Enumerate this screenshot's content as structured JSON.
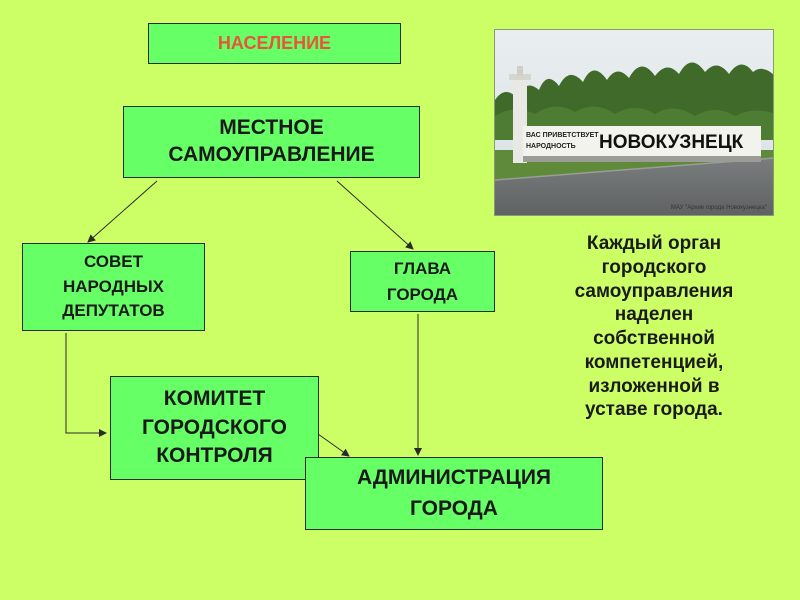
{
  "diagram": {
    "population": "НАСЕЛЕНИЕ",
    "local_government": [
      "МЕСТНОЕ",
      "САМОУПРАВЛЕНИЕ"
    ],
    "council": [
      "СОВЕТ",
      "НАРОДНЫХ",
      "ДЕПУТАТОВ"
    ],
    "head": [
      "ГЛАВА",
      "ГОРОДА"
    ],
    "control_committee": [
      "КОМИТЕТ",
      "ГОРОДСКОГО",
      "КОНТРОЛЯ"
    ],
    "administration": [
      "АДМИНИСТРАЦИЯ",
      "ГОРОДА"
    ]
  },
  "photo": {
    "sign_greeting": [
      "ВАС ПРИВЕТСТВУЕТ",
      "НАРОДНОСТЬ"
    ],
    "sign_city": "НОВОКУЗНЕЦК",
    "caption": "МАУ \"Архив города Новокузнецка\""
  },
  "description": [
    "Каждый орган",
    "городского",
    "самоуправления",
    "наделен",
    "собственной",
    "компетенцией,",
    "изложенной в",
    "уставе города."
  ],
  "colors": {
    "background": "#ccff66",
    "box_fill": "#66ff66",
    "population_text": "#e8553a"
  }
}
